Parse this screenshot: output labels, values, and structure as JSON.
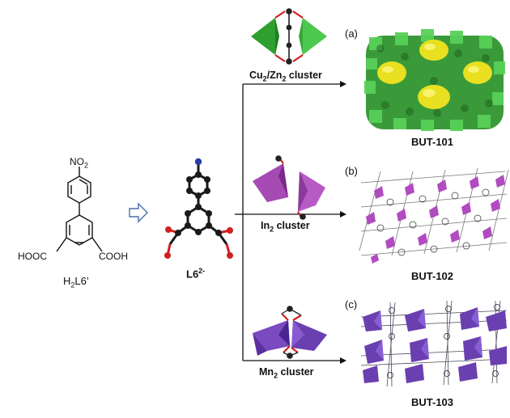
{
  "ligand": {
    "nitro_group": "NO",
    "nitro_sub": "2",
    "left_acid": "HOOC",
    "right_acid": "COOH",
    "name_prefix": "H",
    "name_sub": "2",
    "name_suffix": "L6’",
    "anion_name": "L6",
    "anion_charge": "2-"
  },
  "clusters": [
    {
      "label_main": "Cu",
      "label_sub1": "2",
      "label_mid": "/Zn",
      "label_sub2": "2",
      "label_rest": " cluster",
      "color": "#3cb83c"
    },
    {
      "label_main": "In",
      "label_sub1": "2",
      "label_rest": " cluster",
      "color": "#a64ab4"
    },
    {
      "label_main": "Mn",
      "label_sub1": "2",
      "label_rest": " cluster",
      "color": "#6a3fb0"
    }
  ],
  "panels": [
    {
      "letter": "(a)",
      "product": "BUT-101"
    },
    {
      "letter": "(b)",
      "product": "BUT-102"
    },
    {
      "letter": "(c)",
      "product": "BUT-103"
    }
  ],
  "colors": {
    "carbon": "#202020",
    "oxygen": "#d02020",
    "nitrogen": "#2a3aa8",
    "arrow_outline": "#4a6fb0",
    "green": "#3cb83c",
    "yellow": "#e8e020",
    "magenta": "#a64ab4",
    "purple": "#6a3fb0"
  }
}
